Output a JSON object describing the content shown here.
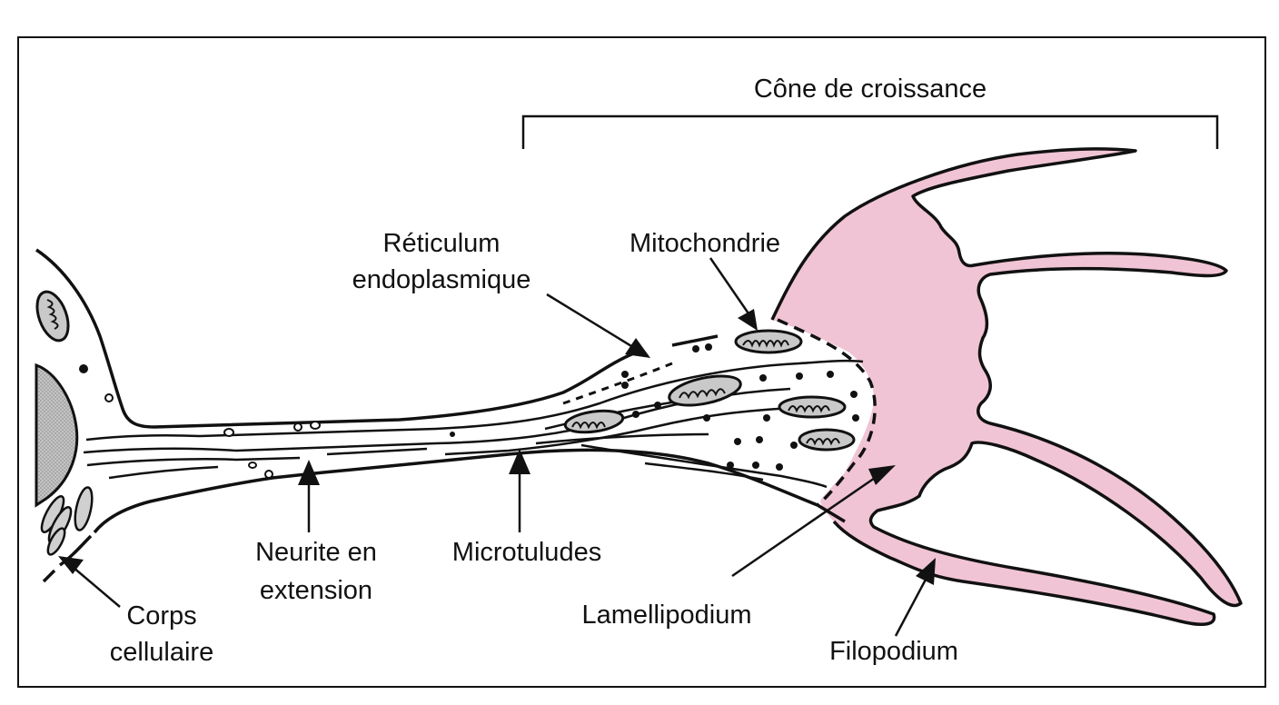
{
  "labels": {
    "growth_cone": "Cône de croissance",
    "reticulum_line1": "Réticulum",
    "reticulum_line2": "endoplasmique",
    "mitochondrion": "Mitochondrie",
    "neurite_line1": "Neurite en",
    "neurite_line2": "extension",
    "microtubules": "Microtuludes",
    "cell_body_line1": "Corps",
    "cell_body_line2": "cellulaire",
    "lamellipodium": "Lamellipodium",
    "filopodium": "Filopodium"
  },
  "colors": {
    "growth_cone_fill": "#f0c4d4",
    "nucleus_fill": "#b8b8b8",
    "ink": "#111111",
    "mito_fill": "#c9c9c9"
  }
}
